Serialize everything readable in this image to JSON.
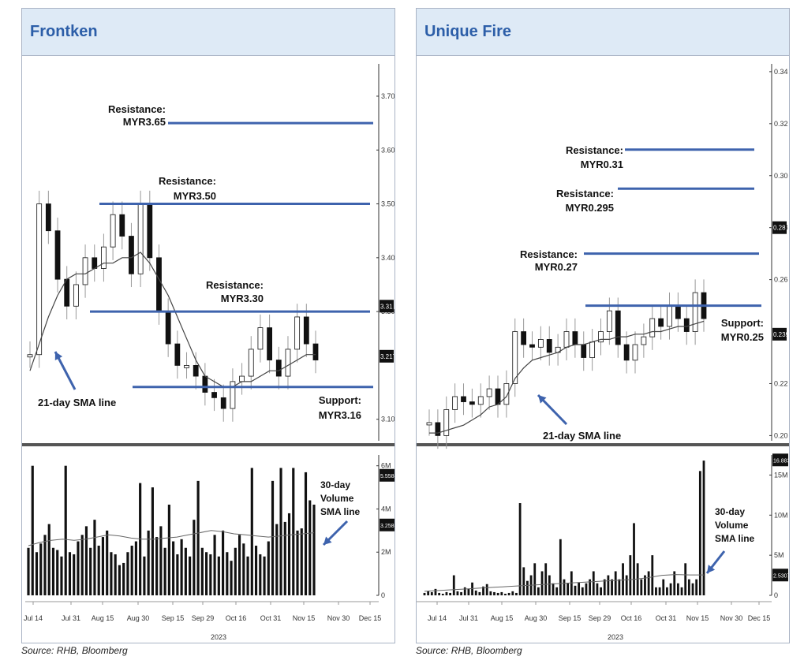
{
  "source_left": "Source: RHB, Bloomberg",
  "source_right": "Source: RHB, Bloomberg",
  "chart_data": [
    {
      "type": "line",
      "title": "Frontken",
      "x": [
        "Jul 14",
        "Jul 31",
        "Aug 15",
        "Aug 30",
        "Sep 15",
        "Sep 29",
        "Oct 16",
        "Oct 31",
        "Nov 15",
        "Nov 30",
        "Dec 15"
      ],
      "year_label": "2023",
      "price_axis": {
        "ticks": [
          "3.70",
          "3.60",
          "3.50",
          "3.40",
          "3.30",
          "3.10"
        ],
        "ylim": [
          3.06,
          3.76
        ]
      },
      "price_tags": [
        "3.31",
        "3.217"
      ],
      "price_series": [
        3.22,
        3.5,
        3.45,
        3.36,
        3.31,
        3.35,
        3.4,
        3.38,
        3.42,
        3.48,
        3.44,
        3.37,
        3.5,
        3.4,
        3.3,
        3.24,
        3.2,
        3.2,
        3.18,
        3.15,
        3.14,
        3.12,
        3.17,
        3.18,
        3.23,
        3.27,
        3.21,
        3.18,
        3.23,
        3.29,
        3.24,
        3.21
      ],
      "sma_series": [
        3.19,
        3.24,
        3.29,
        3.33,
        3.36,
        3.37,
        3.37,
        3.38,
        3.39,
        3.39,
        3.4,
        3.4,
        3.41,
        3.39,
        3.36,
        3.33,
        3.29,
        3.25,
        3.21,
        3.18,
        3.17,
        3.16,
        3.16,
        3.17,
        3.17,
        3.18,
        3.19,
        3.19,
        3.2,
        3.21,
        3.22,
        3.22
      ],
      "levels": [
        {
          "label": "Resistance:",
          "value_label": "MYR3.65",
          "value": 3.65
        },
        {
          "label": "Resistance:",
          "value_label": "MYR3.50",
          "value": 3.5
        },
        {
          "label": "Resistance:",
          "value_label": "MYR3.30",
          "value": 3.3
        },
        {
          "label": "Support:",
          "value_label": "MYR3.16",
          "value": 3.16
        }
      ],
      "sma_annotation": "21-day SMA line",
      "volume_axis": {
        "ticks": [
          "6M",
          "4M",
          "2M",
          "0"
        ],
        "ylim": [
          0,
          6.5
        ]
      },
      "volume_tags": [
        "5.5588M",
        "3.2585M"
      ],
      "volume_series": [
        2.2,
        6.0,
        2.0,
        2.4,
        2.8,
        3.3,
        2.2,
        2.1,
        1.8,
        6.0,
        2.0,
        1.9,
        2.5,
        2.8,
        3.2,
        2.2,
        3.5,
        2.3,
        2.7,
        3.0,
        2.0,
        1.9,
        1.4,
        1.5,
        2.0,
        2.3,
        2.5,
        5.2,
        1.8,
        3.0,
        5.0,
        2.7,
        3.2,
        2.2,
        4.2,
        2.5,
        1.9,
        2.6,
        2.2,
        1.8,
        3.5,
        5.3,
        2.2,
        2.0,
        1.9,
        2.8,
        1.8,
        3.0,
        2.0,
        1.6,
        2.2,
        2.8,
        2.4,
        1.8,
        5.9,
        2.3,
        1.9,
        1.8,
        2.5,
        5.3,
        3.3,
        5.9,
        3.4,
        3.8,
        5.9,
        3.0,
        3.1,
        5.7,
        4.4,
        4.2
      ],
      "volume_sma_series": [
        2.3,
        2.45,
        2.55,
        2.6,
        2.55,
        2.6,
        2.7,
        2.8,
        2.75,
        2.65,
        2.6,
        2.6,
        2.65,
        2.7,
        2.8,
        2.9,
        3.0,
        2.95,
        2.85,
        2.8,
        2.75,
        2.7,
        2.75,
        2.8,
        2.85,
        2.9
      ],
      "volume_annotation": "30-day Volume SMA line"
    },
    {
      "type": "line",
      "title": "Unique Fire",
      "x": [
        "Jul 14",
        "Jul 31",
        "Aug 15",
        "Aug 30",
        "Sep 15",
        "Sep 29",
        "Oct 16",
        "Oct 31",
        "Nov 15",
        "Nov 30",
        "Dec 15"
      ],
      "year_label": "2023",
      "price_axis": {
        "ticks": [
          "0.34",
          "0.32",
          "0.30",
          "0.28",
          "0.26",
          "0.22",
          "0.20"
        ],
        "ylim": [
          0.198,
          0.343
        ]
      },
      "price_tags": [
        "0.28",
        "0.239"
      ],
      "price_series": [
        0.205,
        0.2,
        0.21,
        0.215,
        0.213,
        0.212,
        0.215,
        0.218,
        0.212,
        0.22,
        0.24,
        0.235,
        0.234,
        0.237,
        0.232,
        0.234,
        0.24,
        0.235,
        0.23,
        0.236,
        0.24,
        0.248,
        0.235,
        0.229,
        0.235,
        0.238,
        0.245,
        0.242,
        0.25,
        0.245,
        0.24,
        0.255,
        0.245
      ],
      "sma_series": [
        0.201,
        0.201,
        0.202,
        0.203,
        0.204,
        0.206,
        0.208,
        0.211,
        0.212,
        0.215,
        0.222,
        0.226,
        0.229,
        0.23,
        0.231,
        0.232,
        0.234,
        0.235,
        0.235,
        0.236,
        0.237,
        0.237,
        0.238,
        0.238,
        0.239,
        0.239,
        0.24,
        0.24,
        0.241,
        0.242,
        0.242,
        0.243,
        0.244
      ],
      "levels": [
        {
          "label": "Resistance:",
          "value_label": "MYR0.31",
          "value": 0.31
        },
        {
          "label": "Resistance:",
          "value_label": "MYR0.295",
          "value": 0.295
        },
        {
          "label": "Resistance:",
          "value_label": "MYR0.27",
          "value": 0.27
        },
        {
          "label": "Support:",
          "value_label": "MYR0.25",
          "value": 0.25
        }
      ],
      "sma_annotation": "21-day SMA line",
      "volume_axis": {
        "ticks": [
          "15M",
          "10M",
          "5M",
          "0"
        ],
        "ylim": [
          0,
          17.5
        ]
      },
      "volume_tags": [
        "16.8831M",
        "2.5307M"
      ],
      "volume_series": [
        0.3,
        0.5,
        0.4,
        0.8,
        0.3,
        0.2,
        0.4,
        0.3,
        2.5,
        0.5,
        0.4,
        1.0,
        0.8,
        1.6,
        0.6,
        0.4,
        1.1,
        1.4,
        0.5,
        0.4,
        0.3,
        0.4,
        0.2,
        0.3,
        0.5,
        0.3,
        11.5,
        3.5,
        1.8,
        2.5,
        4.0,
        1.0,
        3.0,
        4.0,
        2.5,
        1.5,
        1.0,
        7.0,
        2.0,
        1.5,
        3.0,
        1.2,
        1.6,
        1.0,
        1.5,
        2.0,
        3.0,
        1.5,
        1.0,
        2.0,
        2.5,
        2.0,
        3.0,
        2.0,
        4.0,
        2.5,
        5.0,
        9.0,
        4.0,
        2.0,
        2.5,
        3.0,
        5.0,
        1.0,
        1.0,
        2.0,
        1.0,
        1.5,
        3.0,
        1.5,
        1.0,
        4.0,
        2.0,
        1.5,
        2.0,
        15.5,
        16.8
      ],
      "volume_sma_series": [
        0.5,
        0.6,
        0.7,
        0.8,
        0.9,
        1.0,
        1.1,
        1.2,
        1.3,
        1.4,
        1.5,
        1.6,
        1.7,
        1.8,
        1.9,
        2.0,
        2.2,
        2.5,
        2.6,
        2.55,
        2.55
      ],
      "volume_annotation": "30-day Volume SMA line"
    }
  ]
}
